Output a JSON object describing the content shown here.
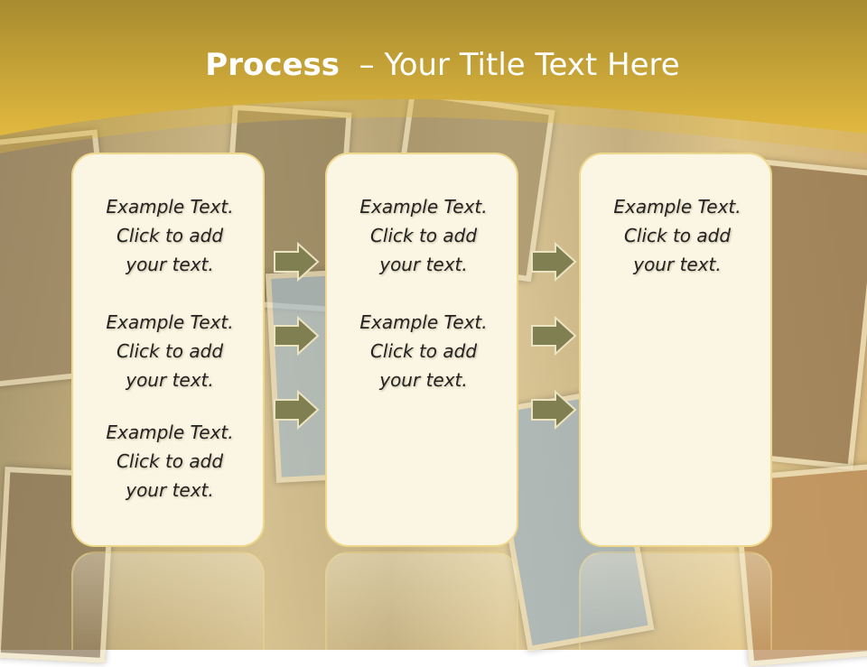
{
  "slide": {
    "title_bold": "Process",
    "title_rest": "  – Your Title Text Here",
    "colors": {
      "header_top": "#a78b2f",
      "header_bottom": "#e2b93f",
      "panel_fill": "#fbf6e4",
      "panel_border": "#eed88b",
      "arrow_fill": "#7f7f52",
      "arrow_stroke": "#ece4c0"
    }
  },
  "columns": [
    {
      "items": [
        {
          "text": "Example Text.\nClick  to add\nyour text."
        },
        {
          "text": "Example Text.\nClick  to add\nyour text."
        },
        {
          "text": "Example Text.\nClick  to add\nyour text."
        }
      ]
    },
    {
      "items": [
        {
          "text": "Example Text.\nClick  to add\nyour text."
        },
        {
          "text": "Example Text.\nClick  to add\nyour text."
        }
      ]
    },
    {
      "items": [
        {
          "text": "Example Text.\nClick  to add\nyour text."
        }
      ]
    }
  ],
  "arrows": {
    "icon": "right-arrow-icon",
    "per_gap": 3
  }
}
